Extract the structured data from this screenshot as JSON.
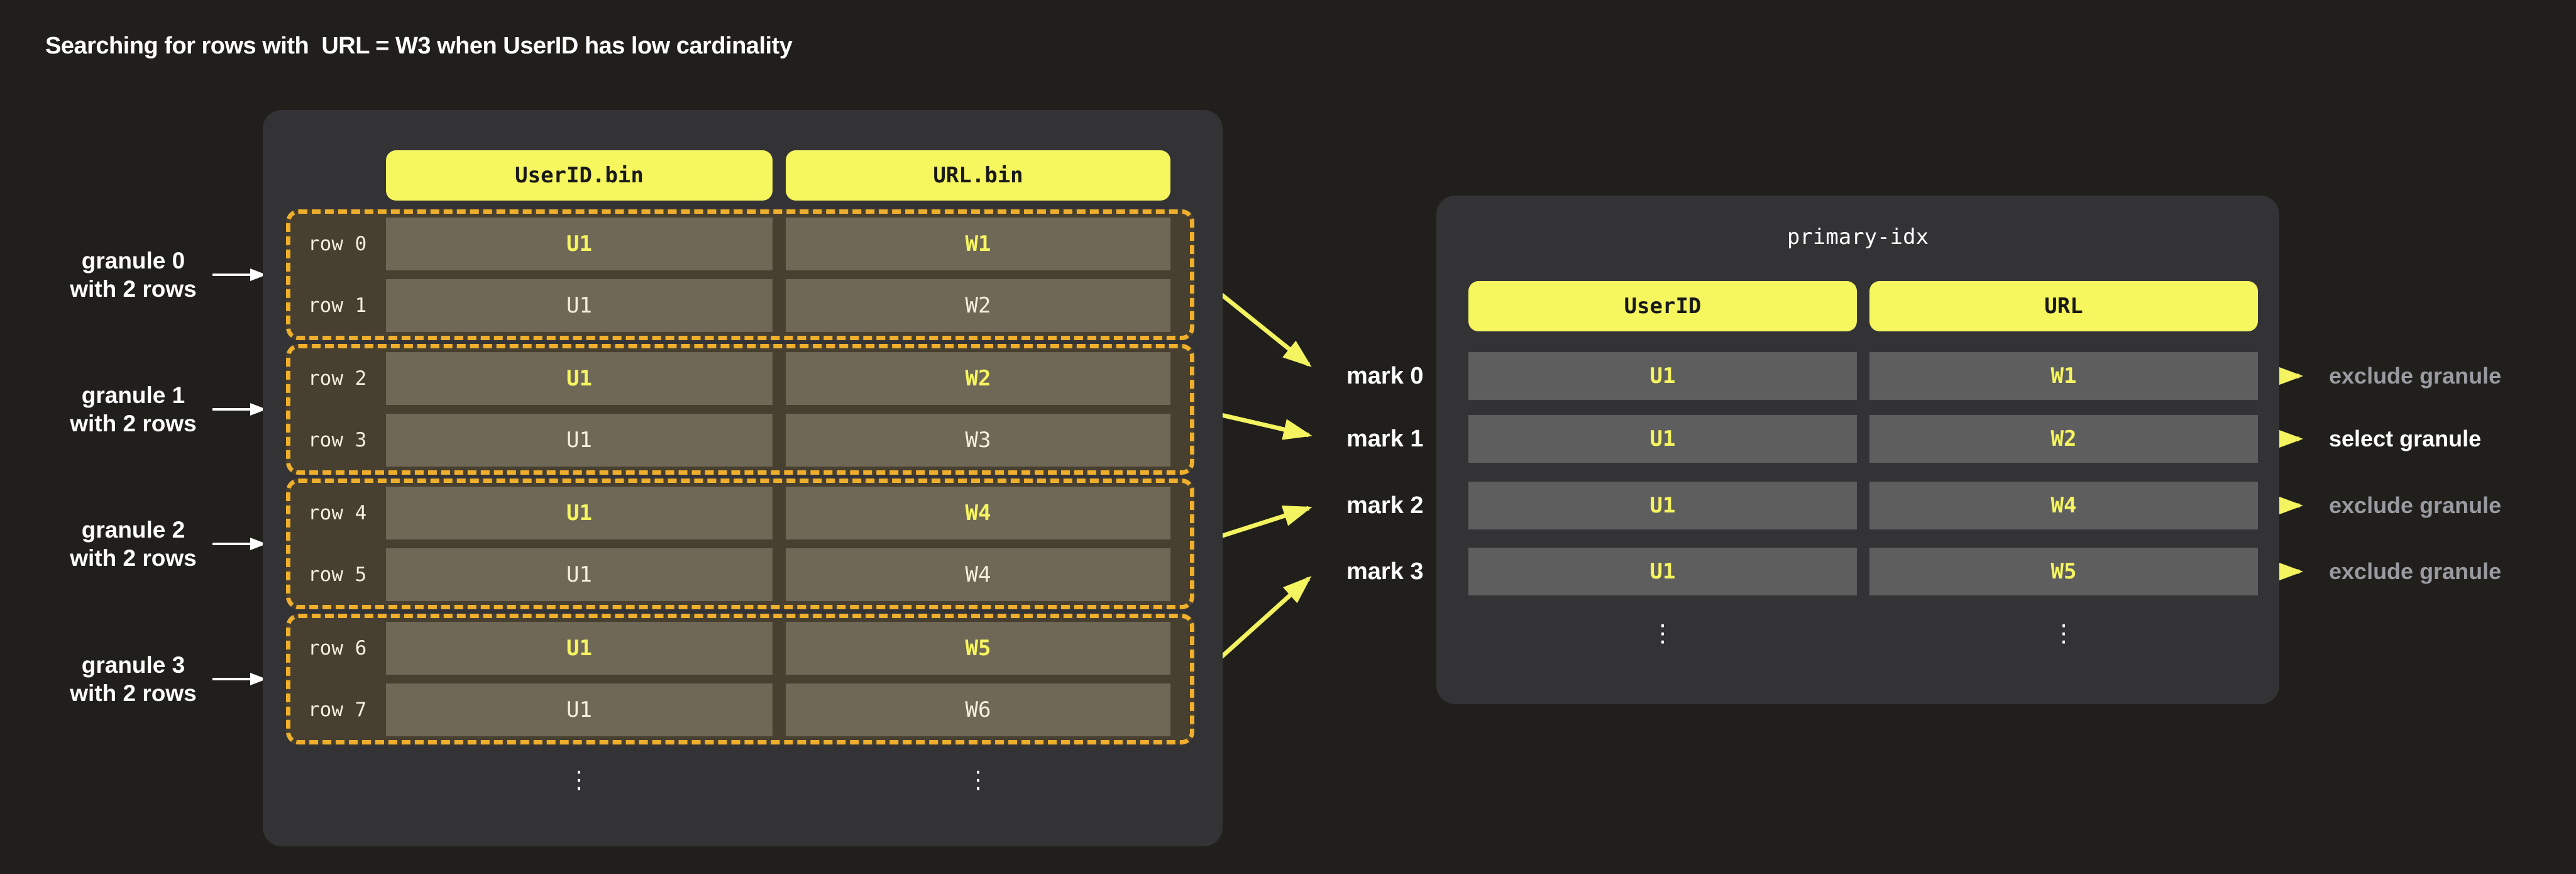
{
  "title": "Searching for rows with  URL = W3 when UserID has low cardinality",
  "left_table": {
    "columns": [
      "UserID.bin",
      "URL.bin"
    ],
    "ellipsis": "⋮",
    "granules": [
      {
        "label_line1": "granule 0",
        "label_line2": "with 2 rows",
        "rows": [
          {
            "name": "row 0",
            "userid": "U1",
            "url": "W1"
          },
          {
            "name": "row 1",
            "userid": "U1",
            "url": "W2"
          }
        ]
      },
      {
        "label_line1": "granule 1",
        "label_line2": "with 2 rows",
        "rows": [
          {
            "name": "row 2",
            "userid": "U1",
            "url": "W2"
          },
          {
            "name": "row 3",
            "userid": "U1",
            "url": "W3"
          }
        ]
      },
      {
        "label_line1": "granule 2",
        "label_line2": "with 2 rows",
        "rows": [
          {
            "name": "row 4",
            "userid": "U1",
            "url": "W4"
          },
          {
            "name": "row 5",
            "userid": "U1",
            "url": "W4"
          }
        ]
      },
      {
        "label_line1": "granule 3",
        "label_line2": "with 2 rows",
        "rows": [
          {
            "name": "row 6",
            "userid": "U1",
            "url": "W5"
          },
          {
            "name": "row 7",
            "userid": "U1",
            "url": "W6"
          }
        ]
      }
    ]
  },
  "marks": [
    "mark 0",
    "mark 1",
    "mark 2",
    "mark 3"
  ],
  "right_table": {
    "title": "primary-idx",
    "columns": [
      "UserID",
      "URL"
    ],
    "ellipsis": "⋮",
    "rows": [
      {
        "userid": "U1",
        "url": "W1",
        "action": "exclude granule"
      },
      {
        "userid": "U1",
        "url": "W2",
        "action": "select granule"
      },
      {
        "userid": "U1",
        "url": "W4",
        "action": "exclude granule"
      },
      {
        "userid": "U1",
        "url": "W5",
        "action": "exclude granule"
      }
    ]
  },
  "colors": {
    "background": "#201f1b",
    "panel": "#333336",
    "accent_yellow": "#f6f65f",
    "dash_orange": "#efaf2d",
    "granule_fill": "#473f2f",
    "granule_cell": "#6f6856",
    "index_cell": "#5e5e5e",
    "muted_text": "#9a9ba1"
  }
}
